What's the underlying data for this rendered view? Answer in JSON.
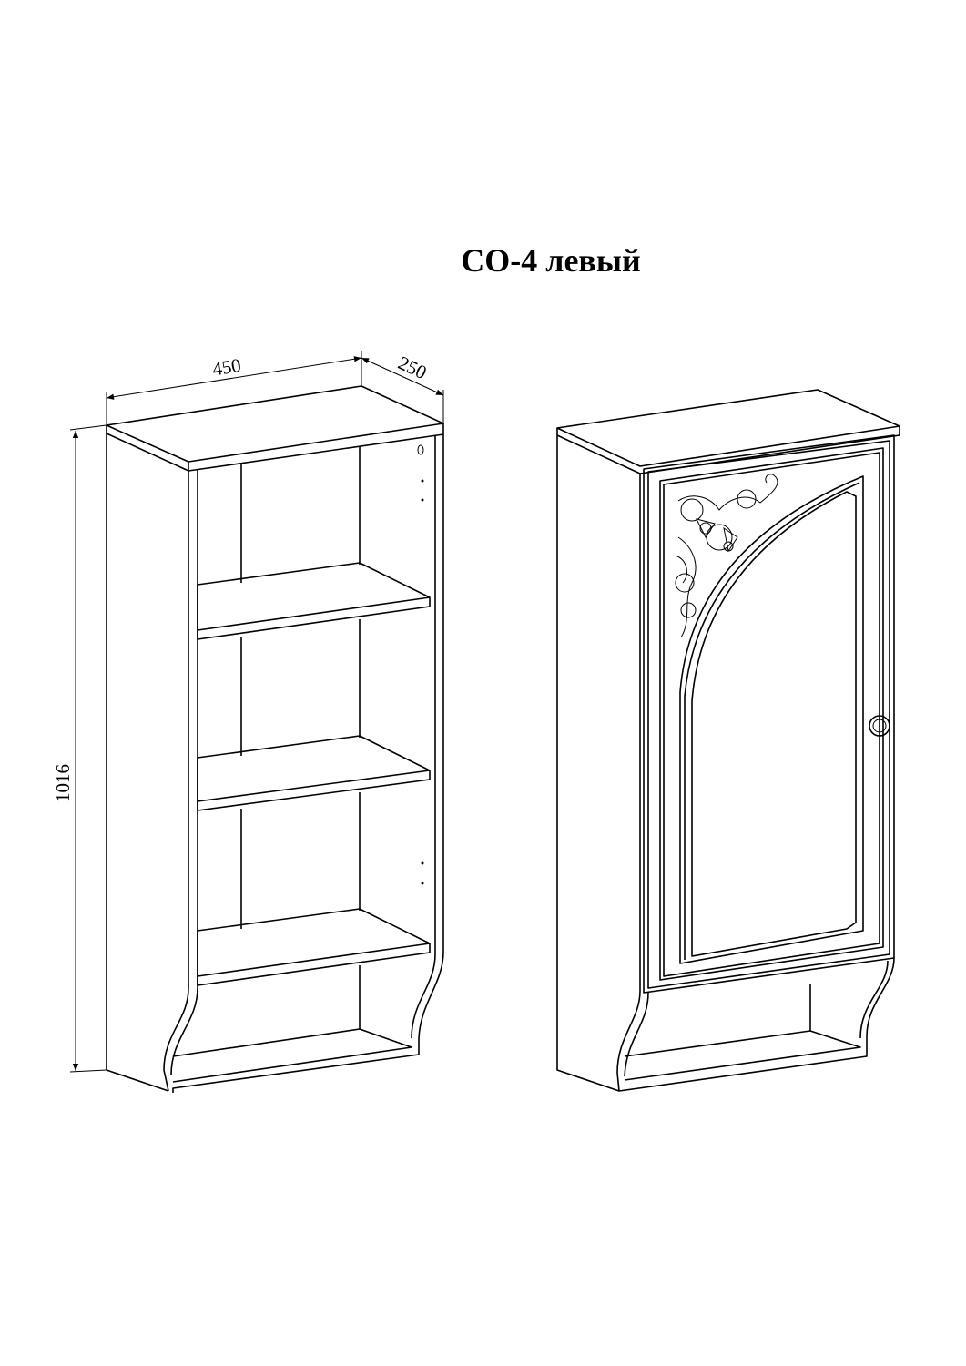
{
  "title": "СО-4 левый",
  "dimensions": {
    "width": "450",
    "depth": "250",
    "height": "1016"
  },
  "colors": {
    "line": "#000000",
    "background": "#ffffff"
  }
}
